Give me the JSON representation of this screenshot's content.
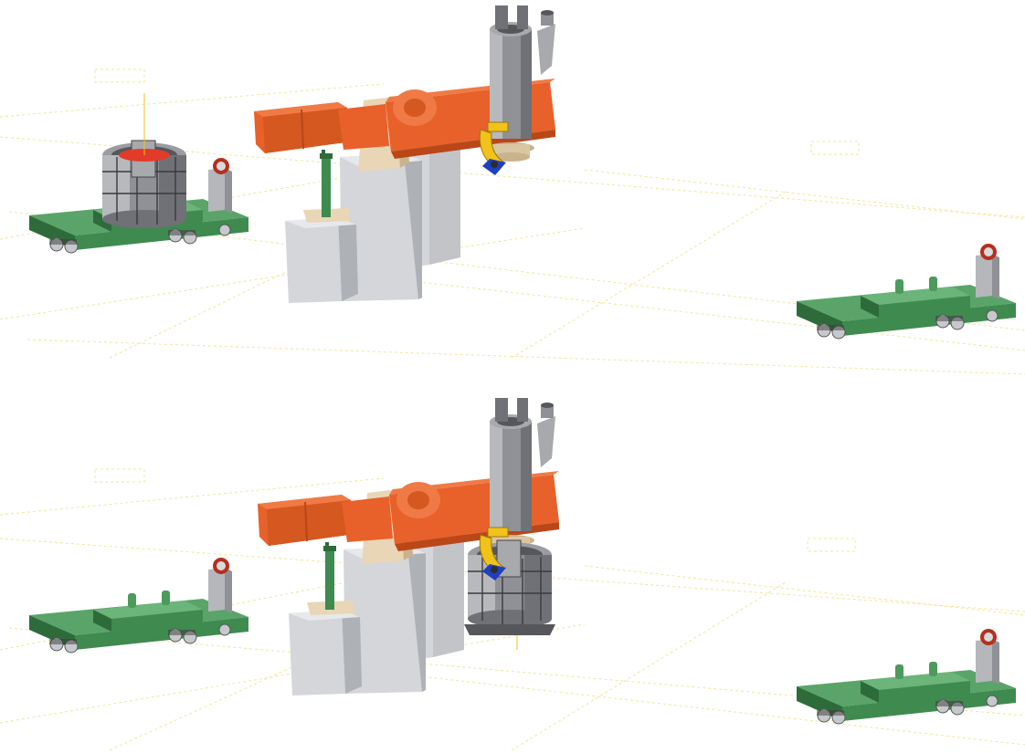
{
  "scene": {
    "panels": [
      {
        "id": "top",
        "state": "ladle-on-left-car",
        "ladle_lifted": false
      },
      {
        "id": "bottom",
        "state": "ladle-lifted-by-manipulator",
        "ladle_lifted": true
      }
    ],
    "colors": {
      "car_green": "#3f8a4f",
      "car_green_dark": "#2d6b3b",
      "car_green_light": "#5aa469",
      "arm_orange": "#e8602a",
      "arm_orange_dark": "#b94718",
      "arm_orange_light": "#f07a45",
      "column_grey": "#d4d6da",
      "column_grey_dark": "#aeb1b6",
      "column_grey_light": "#e6e8eb",
      "pillar_beige": "#e8d6b6",
      "pillar_beige_dark": "#c9b38c",
      "ladle_grey": "#8f9196",
      "ladle_grey_dark": "#55575b",
      "ladle_grey_light": "#b7b9bd",
      "yellow_part": "#f2c21a",
      "blue_part": "#1f3fbf",
      "hot_metal": "#e23b2a",
      "wheel_red": "#b5301e",
      "grid_yellow": "#efe79a"
    }
  }
}
